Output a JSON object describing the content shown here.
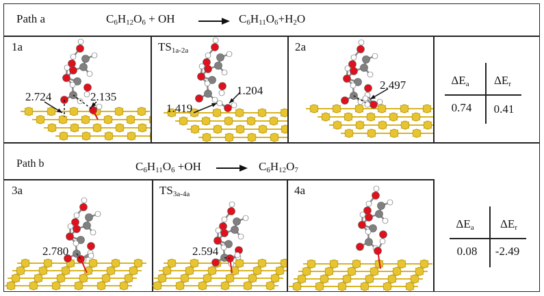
{
  "path_a": {
    "label": "Path a",
    "reactants": [
      [
        "C",
        "6"
      ],
      [
        "H",
        "12"
      ],
      [
        "O",
        "6"
      ],
      [
        " + OH",
        ""
      ]
    ],
    "products": [
      [
        "C",
        "6"
      ],
      [
        "H",
        "11"
      ],
      [
        "O",
        "6"
      ],
      [
        "+H",
        "2"
      ],
      [
        "O",
        ""
      ]
    ],
    "panels": [
      {
        "label": {
          "main": "1a",
          "sub": ""
        },
        "distances": [
          "2.724",
          "2.135"
        ]
      },
      {
        "label": {
          "main": "TS",
          "sub": "1a-2a"
        },
        "distances": [
          "1.419",
          "1.204"
        ]
      },
      {
        "label": {
          "main": "2a",
          "sub": ""
        },
        "distances": [
          "2.497"
        ]
      }
    ],
    "energy": {
      "ea_label": {
        "main": "ΔE",
        "sub": "a"
      },
      "er_label": {
        "main": "ΔE",
        "sub": "r"
      },
      "ea": "0.74",
      "er": "0.41"
    }
  },
  "path_b": {
    "label": "Path b",
    "reactants": [
      [
        "C",
        "6"
      ],
      [
        "H",
        "11"
      ],
      [
        "O",
        "6"
      ],
      [
        " +OH",
        ""
      ]
    ],
    "products": [
      [
        "C",
        "6"
      ],
      [
        "H",
        "12"
      ],
      [
        "O",
        "7"
      ]
    ],
    "panels": [
      {
        "label": {
          "main": "3a",
          "sub": ""
        },
        "distances": [
          "2.780"
        ]
      },
      {
        "label": {
          "main": "TS",
          "sub": "3a-4a"
        },
        "distances": [
          "2.594"
        ]
      },
      {
        "label": {
          "main": "4a",
          "sub": ""
        },
        "distances": []
      }
    ],
    "energy": {
      "ea_label": {
        "main": "ΔE",
        "sub": "a"
      },
      "er_label": {
        "main": "ΔE",
        "sub": "r"
      },
      "ea": "0.08",
      "er": "-2.49"
    }
  },
  "colors": {
    "gold": "#e8c530",
    "oxygen": "#e0101c",
    "carbon": "#808080",
    "hydrogen": "#ffffff",
    "bond_gold": "#d9b420"
  }
}
